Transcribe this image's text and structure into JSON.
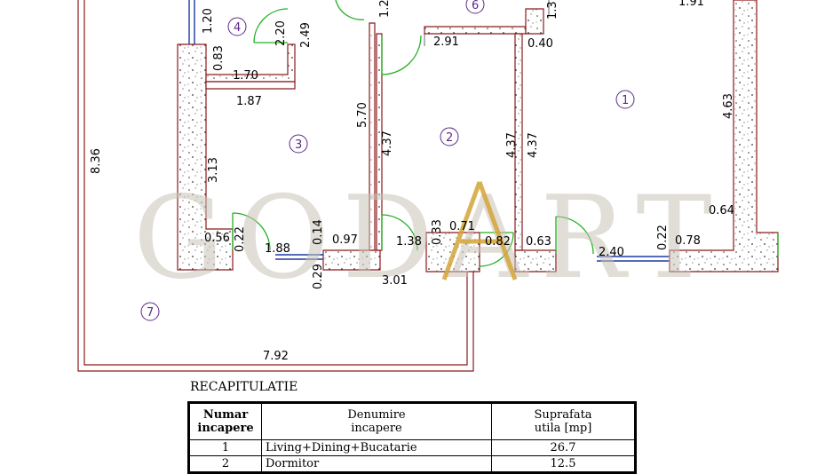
{
  "plan": {
    "dimensions": [
      {
        "id": "d1",
        "text": "1.20"
      },
      {
        "id": "d2",
        "text": "2.20"
      },
      {
        "id": "d3",
        "text": "2.49"
      },
      {
        "id": "d4",
        "text": "0.83"
      },
      {
        "id": "d5",
        "text": "1.70"
      },
      {
        "id": "d6",
        "text": "1.87"
      },
      {
        "id": "d7",
        "text": "1.2"
      },
      {
        "id": "d8",
        "text": "1.3"
      },
      {
        "id": "d9",
        "text": "1.91"
      },
      {
        "id": "d10",
        "text": "2.91"
      },
      {
        "id": "d11",
        "text": "0.40"
      },
      {
        "id": "d12",
        "text": "5.70"
      },
      {
        "id": "d13",
        "text": "4.37"
      },
      {
        "id": "d14",
        "text": "4.37"
      },
      {
        "id": "d15",
        "text": "4.37"
      },
      {
        "id": "d16",
        "text": "4.63"
      },
      {
        "id": "d17",
        "text": "8.36"
      },
      {
        "id": "d18",
        "text": "3.13"
      },
      {
        "id": "d19",
        "text": "0.64"
      },
      {
        "id": "d20",
        "text": "0.56"
      },
      {
        "id": "d21",
        "text": "0.22"
      },
      {
        "id": "d22",
        "text": "1.88"
      },
      {
        "id": "d23",
        "text": "0.14"
      },
      {
        "id": "d24",
        "text": "0.97"
      },
      {
        "id": "d25",
        "text": "1.38"
      },
      {
        "id": "d26",
        "text": "0.33"
      },
      {
        "id": "d27",
        "text": "0.71"
      },
      {
        "id": "d28",
        "text": "0.82"
      },
      {
        "id": "d29",
        "text": "0.63"
      },
      {
        "id": "d30",
        "text": "2.40"
      },
      {
        "id": "d31",
        "text": "0.22"
      },
      {
        "id": "d32",
        "text": "0.78"
      },
      {
        "id": "d33",
        "text": "0.29"
      },
      {
        "id": "d34",
        "text": "3.01"
      },
      {
        "id": "d35",
        "text": "7.92"
      }
    ],
    "rooms": [
      {
        "id": "r1",
        "text": "1"
      },
      {
        "id": "r2",
        "text": "2"
      },
      {
        "id": "r3",
        "text": "3"
      },
      {
        "id": "r4",
        "text": "4"
      },
      {
        "id": "r6",
        "text": "6"
      },
      {
        "id": "r7",
        "text": "7"
      }
    ],
    "watermark": "GODART",
    "colors": {
      "wall_outline": "#8b1a1a",
      "door": "#22b022",
      "window": "#1a3aa0",
      "room_label": "#5b2a86",
      "watermark_accent": "#d4a537"
    }
  },
  "recap": {
    "title": "RECAPITULATIE",
    "headers": {
      "nr_line1": "Numar",
      "nr_line2": "incapere",
      "name_line1": "Denumire",
      "name_line2": "incapere",
      "area_line1": "Suprafata",
      "area_line2": "utila  [mp]"
    },
    "rows": [
      {
        "nr": "1",
        "name": "Living+Dining+Bucatarie",
        "area": "26.7"
      },
      {
        "nr": "2",
        "name": "Dormitor",
        "area": "12.5"
      }
    ]
  }
}
